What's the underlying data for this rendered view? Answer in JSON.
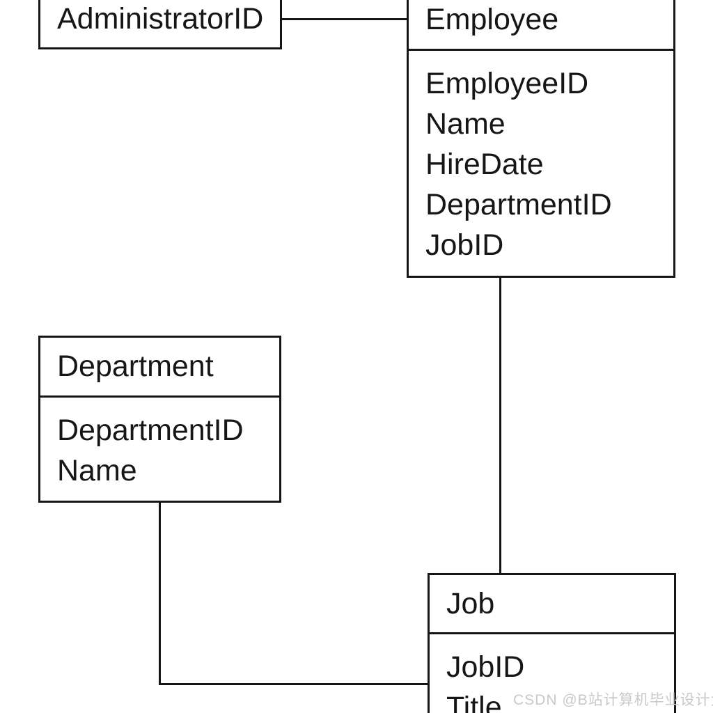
{
  "diagram": {
    "type": "entity-relationship-diagram",
    "background_color": "#ffffff",
    "line_color": "#161616",
    "entities": {
      "administrator_partial": {
        "fields": [
          "AdministratorID"
        ],
        "note": "box cut off at top edge of screenshot"
      },
      "employee": {
        "title": "Employee",
        "fields": [
          "EmployeeID",
          "Name",
          "HireDate",
          "DepartmentID",
          "JobID"
        ]
      },
      "department": {
        "title": "Department",
        "fields": [
          "DepartmentID",
          "Name"
        ]
      },
      "job": {
        "title": "Job",
        "fields": [
          "JobID",
          "Title"
        ]
      }
    },
    "relationships": [
      {
        "from": "AdministratorID",
        "to": "Employee"
      },
      {
        "from": "Employee",
        "to": "Job"
      },
      {
        "from": "Department",
        "to": "Job"
      }
    ],
    "watermark": {
      "text": "CSDN @B站计算机毕业设计大学",
      "color": "#c9c9c9"
    }
  }
}
